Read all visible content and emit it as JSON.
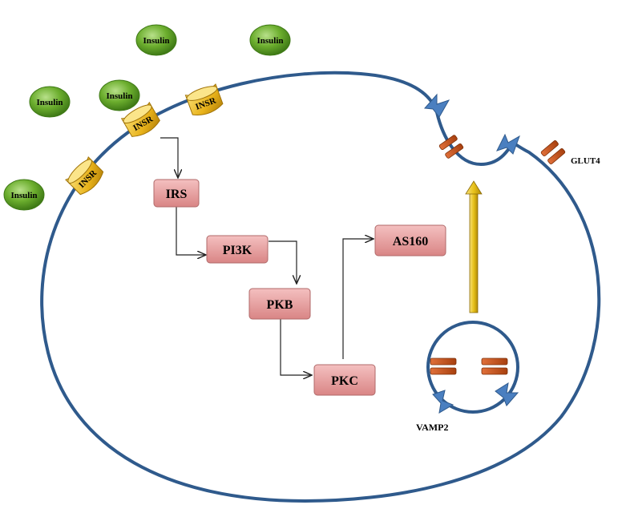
{
  "insulin_molecules": [
    {
      "label": "Insulin"
    },
    {
      "label": "Insulin"
    },
    {
      "label": "Insulin"
    },
    {
      "label": "Insulin"
    },
    {
      "label": "Insulin"
    }
  ],
  "receptors": [
    {
      "label": "INSR"
    },
    {
      "label": "INSR"
    },
    {
      "label": "INSR"
    }
  ],
  "pathway": {
    "irs": "IRS",
    "pi3k": "PI3K",
    "pkb": "PKB",
    "pkc": "PKC",
    "as160": "AS160"
  },
  "labels": {
    "glut4": "GLUT4",
    "vamp2": "VAMP2"
  },
  "colors": {
    "membrane": "#2f5a8c",
    "insulin": "#6cae2e",
    "receptor": "#e8b21a",
    "kinase_box": "#e39a9a",
    "glut4": "#c8501e",
    "vamp": "#4a7fc0",
    "arrow": "#e8c21a"
  }
}
